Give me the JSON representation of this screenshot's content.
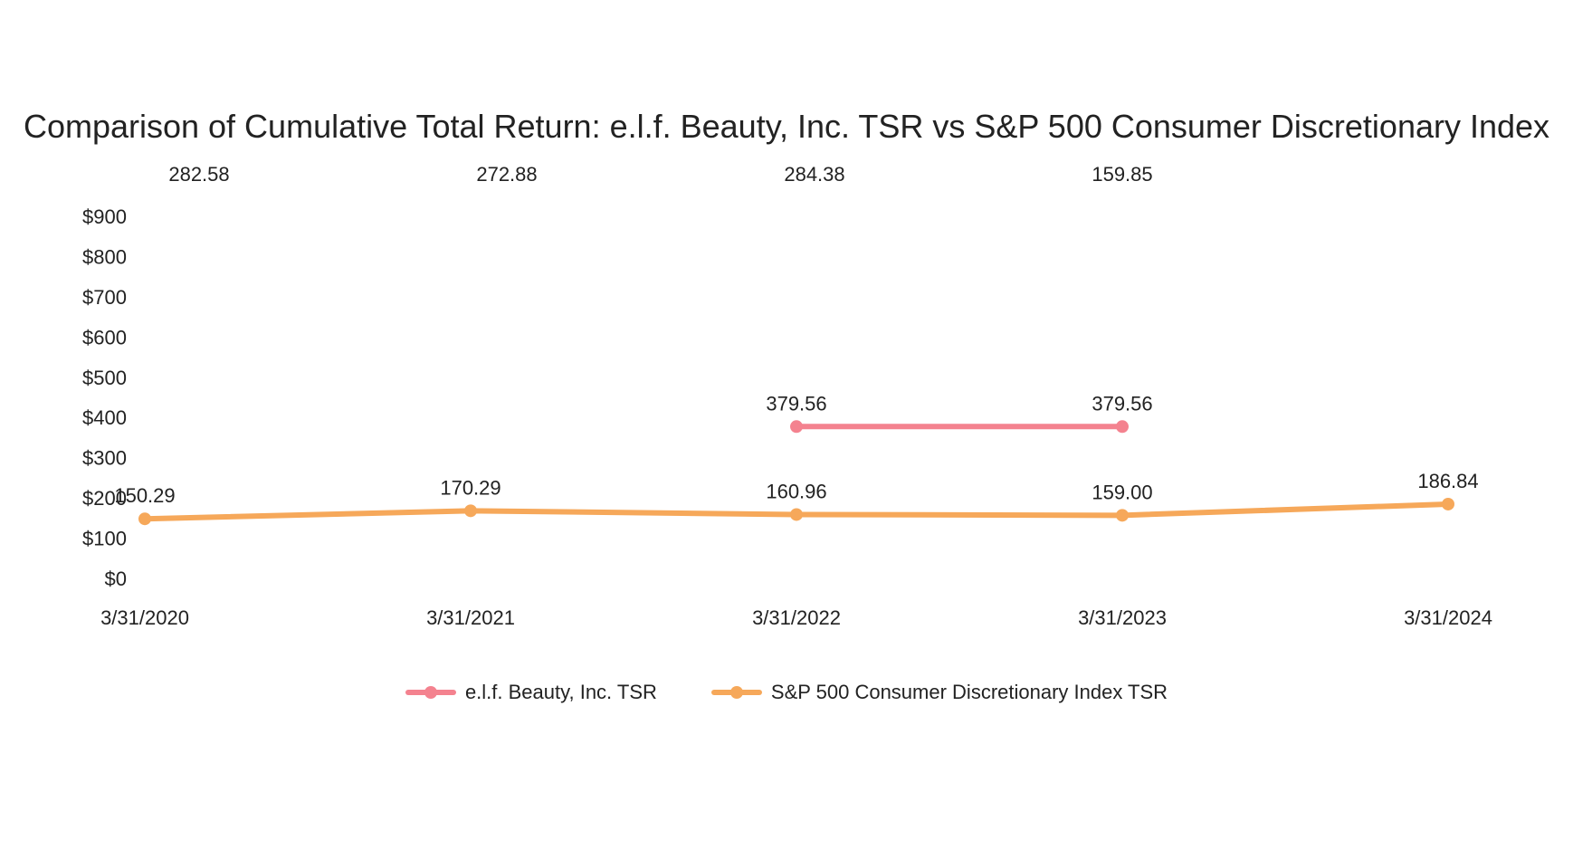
{
  "chart_data": {
    "type": "line",
    "title": "Comparison of Cumulative Total Return: e.l.f. Beauty, Inc. TSR vs S&P 500 Consumer Discretionary Index",
    "categories": [
      "3/31/2020",
      "3/31/2021",
      "3/31/2022",
      "3/31/2023",
      "3/31/2024"
    ],
    "series": [
      {
        "name": "e.l.f. Beauty, Inc. TSR",
        "color": "#f4828f",
        "values": [
          null,
          null,
          379.56,
          379.56,
          null
        ]
      },
      {
        "name": "S&P 500 Consumer Discretionary Index TSR",
        "color": "#f6a85a",
        "values": [
          150.29,
          170.29,
          160.96,
          159.0,
          186.84
        ]
      }
    ],
    "extra_labels": [
      "282.58",
      "272.88",
      "284.38",
      "159.85"
    ],
    "y_tick_labels": [
      "$0",
      "$100",
      "$200",
      "$300",
      "$400",
      "$500",
      "$600",
      "$700",
      "$800",
      "$900"
    ],
    "ylim": [
      0,
      900
    ],
    "grid": false,
    "legend_position": "bottom"
  }
}
